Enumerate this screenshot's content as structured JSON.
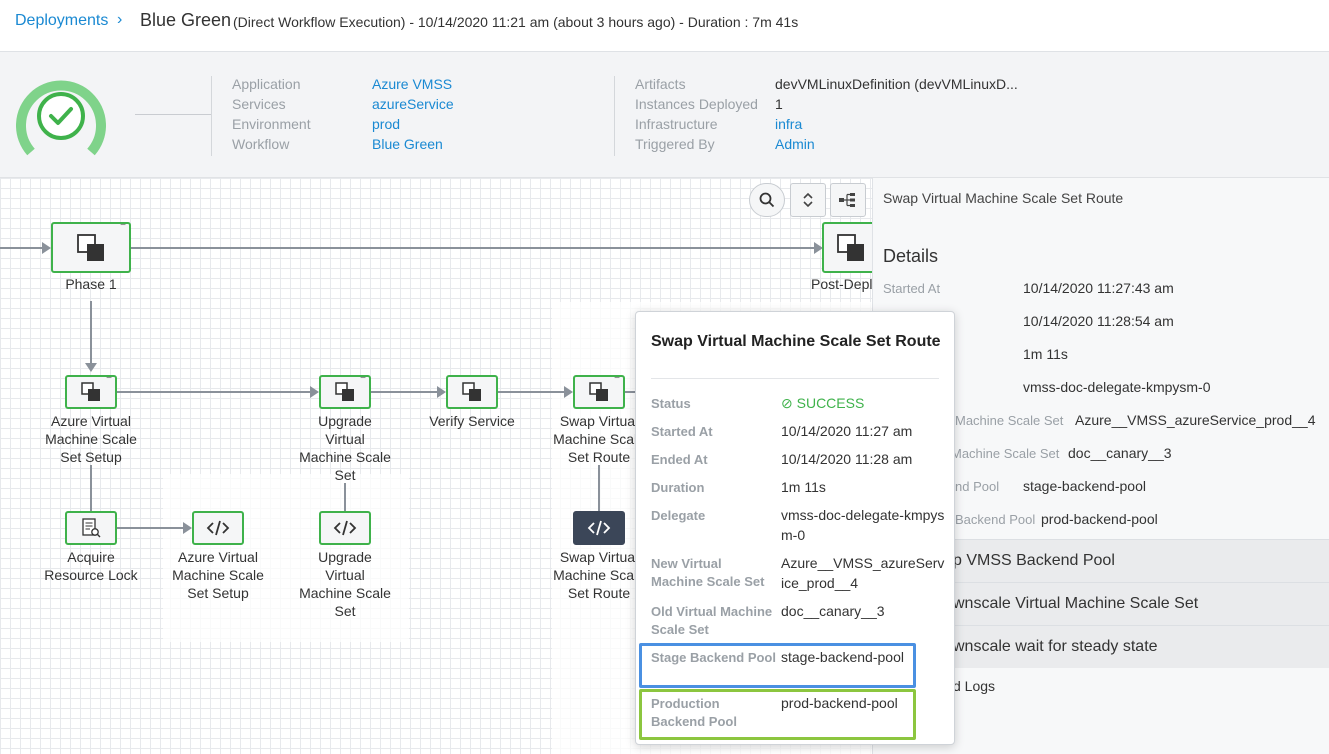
{
  "breadcrumb": {
    "link": "Deployments",
    "chevron": "›",
    "title": "Blue Green",
    "subtitle": "(Direct Workflow Execution) - 10/14/2020 11:21 am (about 3 hours ago) - Duration : 7m 41s"
  },
  "summary": {
    "left": [
      {
        "label": "Application",
        "value": "Azure VMSS",
        "link": true
      },
      {
        "label": "Services",
        "value": "azureService",
        "link": true
      },
      {
        "label": "Environment",
        "value": "prod",
        "link": true
      },
      {
        "label": "Workflow",
        "value": "Blue Green",
        "link": true
      }
    ],
    "right": [
      {
        "label": "Artifacts",
        "value": "devVMLinuxDefinition (devVMLinuxD...",
        "link": false
      },
      {
        "label": "Instances Deployed",
        "value": "1",
        "link": false
      },
      {
        "label": "Infrastructure",
        "value": "infra",
        "link": true
      },
      {
        "label": "Triggered By",
        "value": "Admin",
        "link": true
      }
    ]
  },
  "graph": {
    "phase1": "Phase 1",
    "post_deploy": "Post-Depl",
    "azure_setup": [
      "Azure Virtual",
      "Machine Scale",
      "Set Setup"
    ],
    "upgrade": [
      "Upgrade",
      "Virtual",
      "Machine Scale",
      "Set"
    ],
    "verify": "Verify Service",
    "swap": [
      "Swap Virtual",
      "Machine Scale",
      "Set Route"
    ],
    "acquire": [
      "Acquire",
      "Resource Lock"
    ],
    "azure_setup_cmd": [
      "Azure Virtual",
      "Machine Scale",
      "Set Setup"
    ],
    "upgrade_cmd": [
      "Upgrade",
      "Virtual",
      "Machine Scale",
      "Set"
    ],
    "swap_cmd": [
      "Swap Virtual",
      "Machine Scale",
      "Set Route"
    ]
  },
  "panel": {
    "title": "Swap Virtual Machine Scale Set Route",
    "details_heading": "Details",
    "started_label": "Started At",
    "labels_partial": [
      "Machine Scale Set",
      "Machine Scale Set",
      "nd Pool",
      "Backend Pool"
    ],
    "values": [
      "10/14/2020 11:27:43 am",
      "10/14/2020 11:28:54 am",
      "1m 11s",
      "vmss-doc-delegate-kmpysm-0",
      "Azure__VMSS_azureService_prod__4",
      "doc__canary__3",
      "stage-backend-pool",
      "prod-backend-pool"
    ],
    "steps": [
      "p VMSS Backend Pool",
      "wnscale Virtual Machine Scale Set",
      "wnscale wait for steady state"
    ],
    "logs": "d Logs"
  },
  "popup": {
    "title": "Swap Virtual Machine Scale Set Route",
    "status_label": "Status",
    "status_value": "SUCCESS",
    "rows": [
      {
        "label": "Started At",
        "value": "10/14/2020 11:27 am"
      },
      {
        "label": "Ended At",
        "value": "10/14/2020 11:28 am"
      },
      {
        "label": "Duration",
        "value": "1m 11s"
      },
      {
        "label": "Delegate",
        "value": "vmss-doc-delegate-kmpysm-0"
      },
      {
        "label": "New Virtual Machine Scale Set",
        "value": "Azure__VMSS_azureService_prod__4"
      },
      {
        "label": "Old Virtual Machine Scale Set",
        "value": "doc__canary__3"
      },
      {
        "label": "Stage Backend Pool",
        "value": "stage-backend-pool"
      },
      {
        "label": "Production Backend Pool",
        "value": "prod-backend-pool"
      }
    ]
  },
  "colors": {
    "accent": "#1a89d2",
    "success": "#3fb24b",
    "highlight_blue": "#4a90e2",
    "highlight_green": "#8cc63f"
  }
}
